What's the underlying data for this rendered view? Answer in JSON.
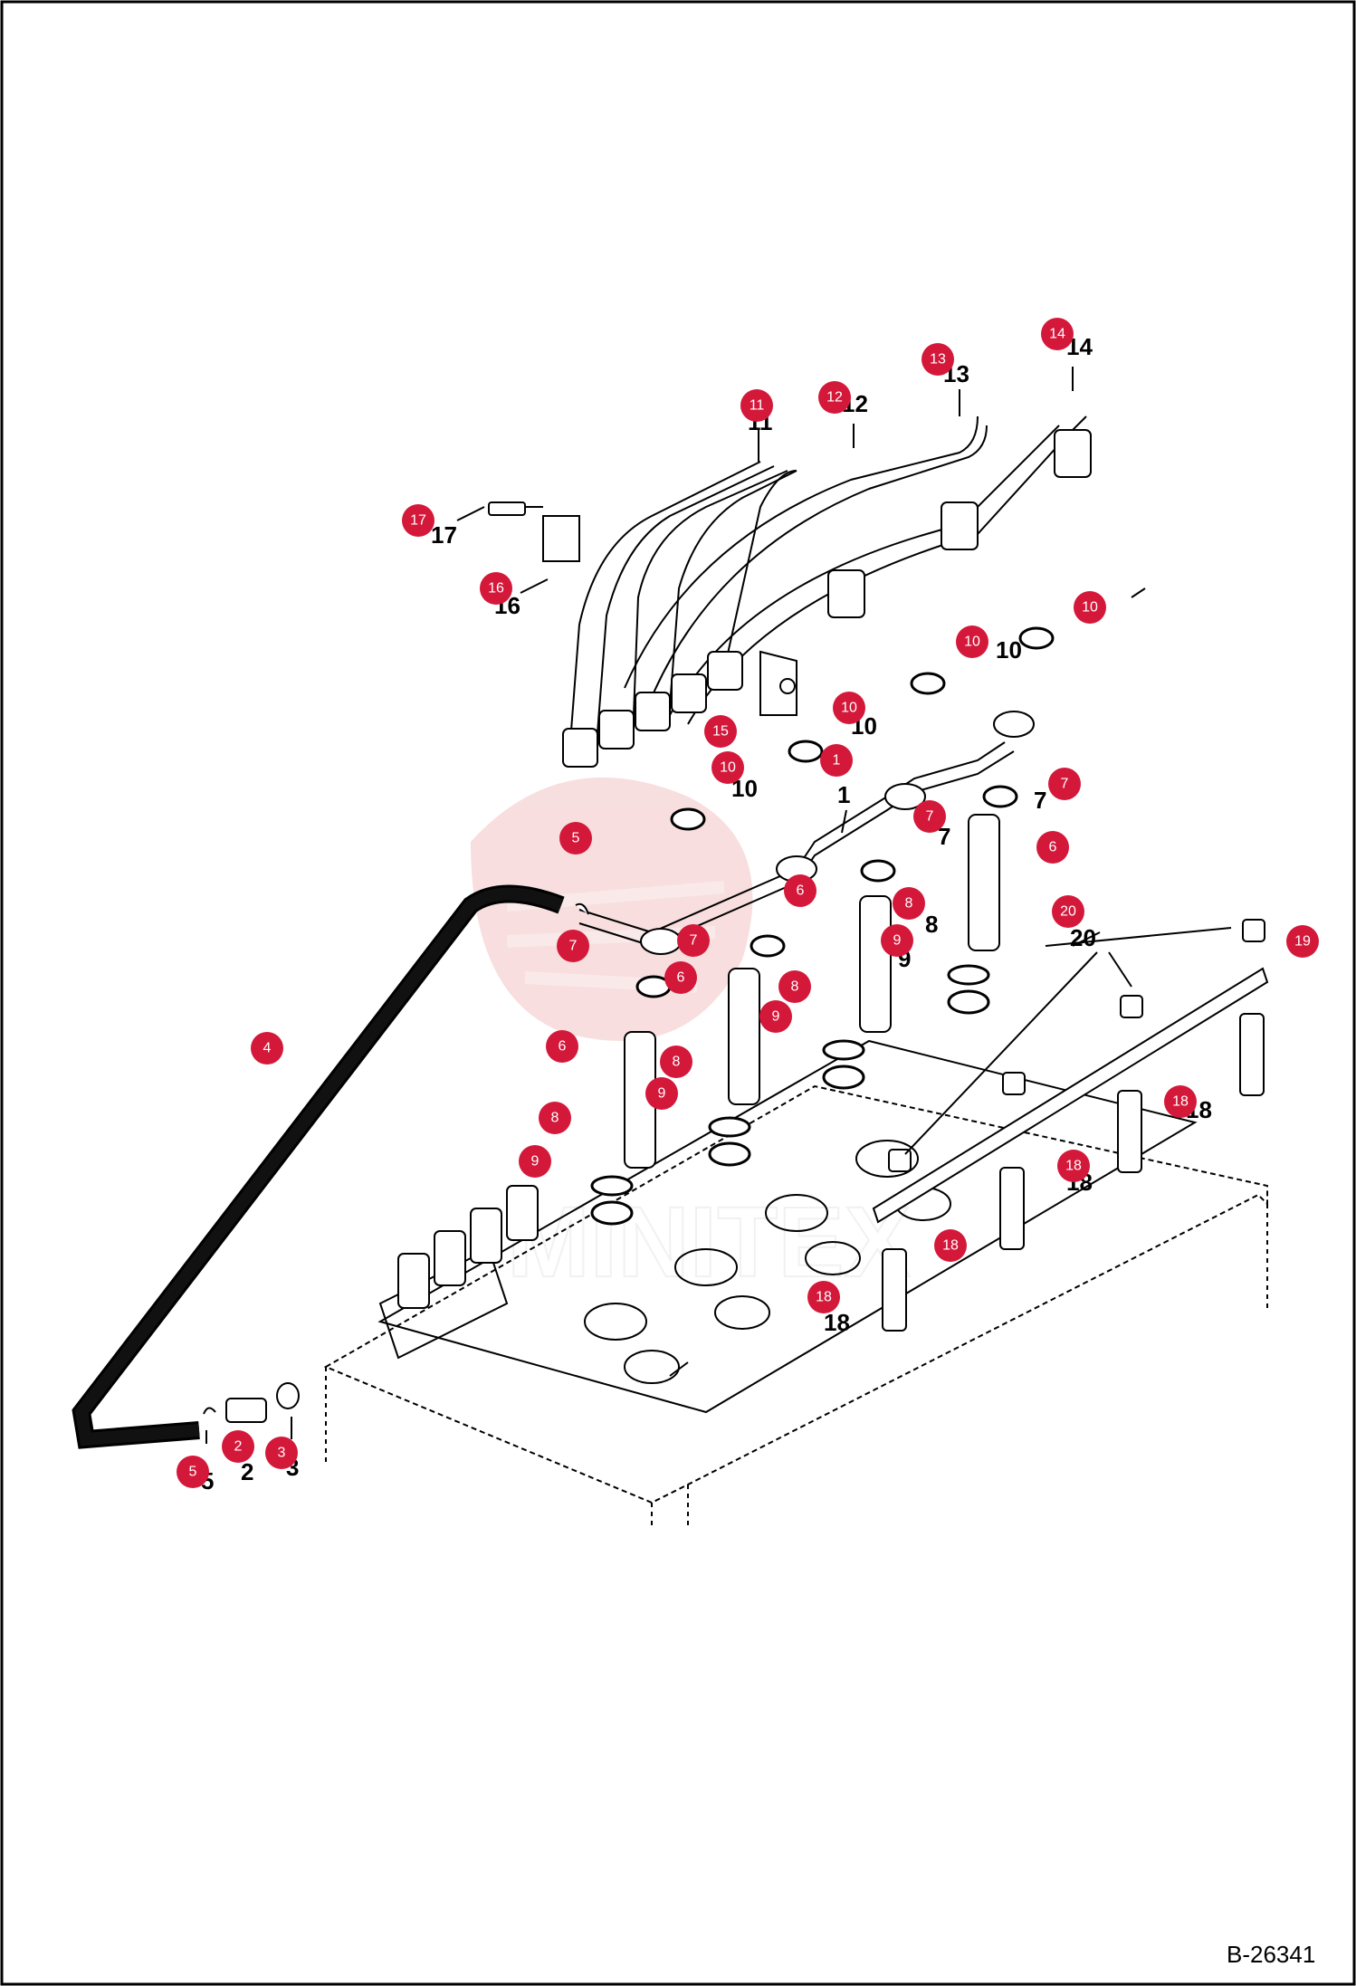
{
  "diagram": {
    "reference": "B-26341",
    "watermark": "MINITEX",
    "colors": {
      "callout_fill": "#d4183a",
      "callout_text": "#ffffff",
      "line": "#000000",
      "watermark": "#f3c4c4"
    },
    "callouts": [
      {
        "id": "c14",
        "label": "14"
      },
      {
        "id": "c13",
        "label": "13"
      },
      {
        "id": "c12",
        "label": "12"
      },
      {
        "id": "c11",
        "label": "11"
      },
      {
        "id": "c17",
        "label": "17"
      },
      {
        "id": "c16",
        "label": "16"
      },
      {
        "id": "c10a",
        "label": "10"
      },
      {
        "id": "c10b",
        "label": "10"
      },
      {
        "id": "c10c",
        "label": "10"
      },
      {
        "id": "c15",
        "label": "15"
      },
      {
        "id": "c1",
        "label": "1"
      },
      {
        "id": "c10d",
        "label": "10"
      },
      {
        "id": "c7a",
        "label": "7"
      },
      {
        "id": "c7b",
        "label": "7"
      },
      {
        "id": "c6a",
        "label": "6"
      },
      {
        "id": "c5a",
        "label": "5"
      },
      {
        "id": "c20",
        "label": "20"
      },
      {
        "id": "c6b",
        "label": "6"
      },
      {
        "id": "c8a",
        "label": "8"
      },
      {
        "id": "c9a",
        "label": "9"
      },
      {
        "id": "c7c",
        "label": "7"
      },
      {
        "id": "c7d",
        "label": "7"
      },
      {
        "id": "c19",
        "label": "19"
      },
      {
        "id": "c6c",
        "label": "6"
      },
      {
        "id": "c8b",
        "label": "8"
      },
      {
        "id": "c9b",
        "label": "9"
      },
      {
        "id": "c4",
        "label": "4"
      },
      {
        "id": "c6d",
        "label": "6"
      },
      {
        "id": "c8c",
        "label": "8"
      },
      {
        "id": "c9c",
        "label": "9"
      },
      {
        "id": "c18a",
        "label": "18"
      },
      {
        "id": "c8d",
        "label": "8"
      },
      {
        "id": "c18b",
        "label": "18"
      },
      {
        "id": "c9d",
        "label": "9"
      },
      {
        "id": "c18c",
        "label": "18"
      },
      {
        "id": "c18d",
        "label": "18"
      },
      {
        "id": "c2",
        "label": "2"
      },
      {
        "id": "c3",
        "label": "3"
      },
      {
        "id": "c5b",
        "label": "5"
      }
    ],
    "printed_numbers": [
      "14",
      "13",
      "12",
      "11",
      "17",
      "16",
      "10",
      "10",
      "10",
      "1",
      "7",
      "7",
      "20",
      "8",
      "9",
      "18",
      "18",
      "18",
      "2",
      "5",
      "3"
    ]
  }
}
